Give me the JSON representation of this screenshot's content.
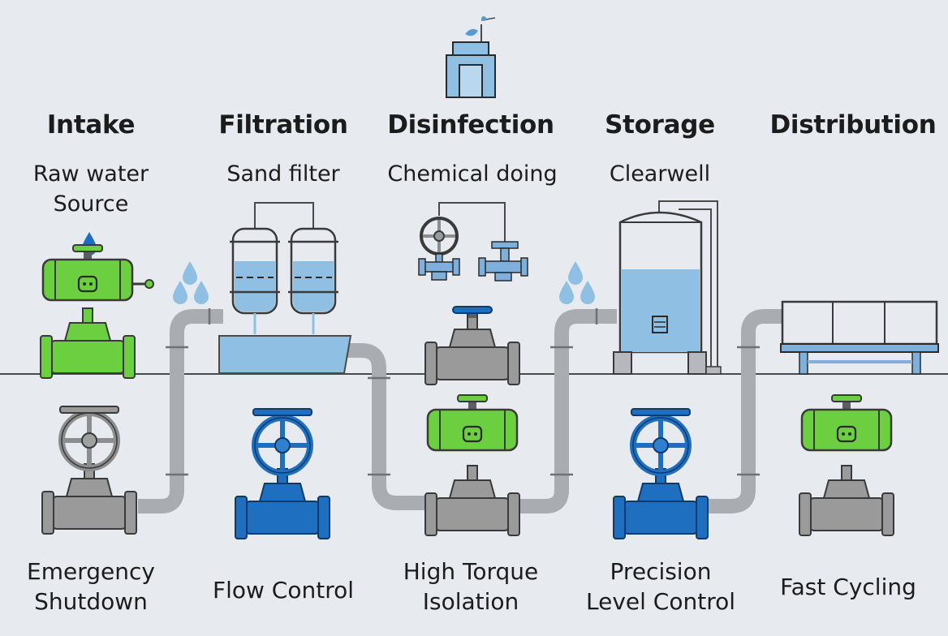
{
  "stages": [
    {
      "title": "Intake",
      "subtitle_lines": [
        "Raw water",
        "Source"
      ],
      "valve_label_lines": [
        "Emergency",
        "Shutdown"
      ]
    },
    {
      "title": "Filtration",
      "subtitle_lines": [
        "Sand filter"
      ],
      "valve_label_lines": [
        "Flow Control"
      ]
    },
    {
      "title": "Disinfection",
      "subtitle_lines": [
        "Chemical doing"
      ],
      "valve_label_lines": [
        "High Torque",
        "Isolation"
      ]
    },
    {
      "title": "Storage",
      "subtitle_lines": [
        "Clearwell"
      ],
      "valve_label_lines": [
        "Precision",
        "Level Control"
      ]
    },
    {
      "title": "Distribution",
      "subtitle_lines": [],
      "valve_label_lines": [
        "Fast Cycling"
      ]
    }
  ],
  "colors": {
    "background": "#e7eaee",
    "actuator_green": "#6ccf3f",
    "valve_blue": "#1f6fc0",
    "valve_gray": "#9a9a9a",
    "water_blue": "#8fc0e4",
    "pipe_gray": "#a9adb1"
  },
  "icons": [
    "water-drop-icon",
    "treatment-plant-icon",
    "electric-actuator-valve-icon",
    "handwheel-gate-valve-icon",
    "sand-filter-icon",
    "dosing-valve-icon",
    "clearwell-tank-icon",
    "distribution-rack-icon"
  ]
}
